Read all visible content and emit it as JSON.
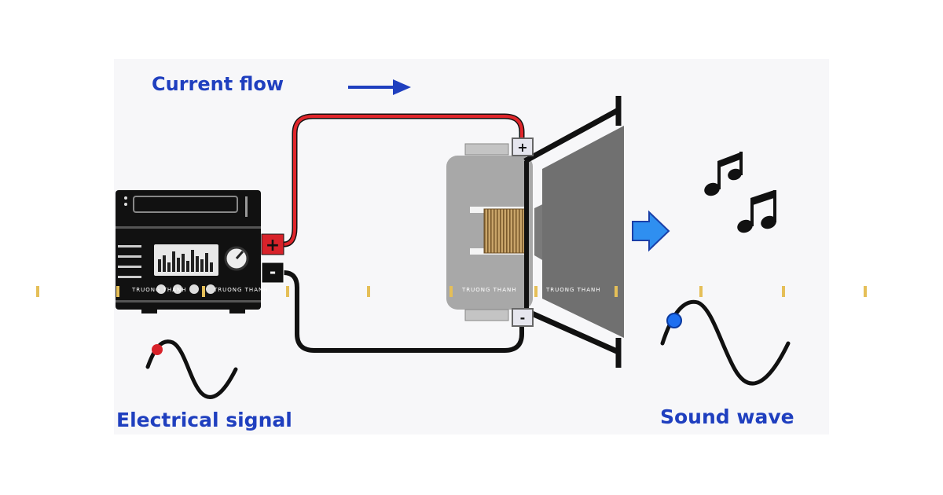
{
  "labels": {
    "current_flow": "Current flow",
    "electrical_signal": "Electrical signal",
    "sound_wave": "Sound wave"
  },
  "terminals": {
    "amp_positive": "+",
    "amp_negative": "-",
    "speaker_positive": "+",
    "speaker_negative": "-"
  },
  "watermark": {
    "text": "TRUONG THANH"
  },
  "icons": {
    "amplifier": "stereo-amplifier-icon",
    "speaker": "loudspeaker-icon",
    "notes": "music-notes-icon",
    "flow_arrow": "right-arrow-icon",
    "sound_arrow": "blue-right-arrow-icon"
  },
  "colors": {
    "label_blue": "#1f3fbf",
    "wire_positive": "#e0262b",
    "wire_negative": "#111111",
    "terminal_red": "#d8222a",
    "signal_dot": "#d8222a",
    "sound_dot": "#1e6ff0",
    "coil": "#b8935a"
  }
}
